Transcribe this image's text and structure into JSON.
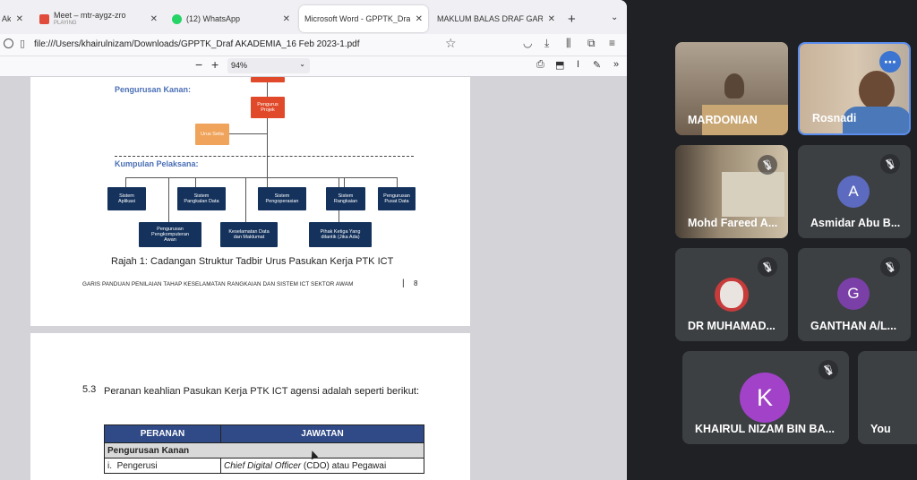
{
  "browser": {
    "tabs": [
      {
        "label": "Akti",
        "active": false
      },
      {
        "label": "Meet – mtr-aygz-zro",
        "sublabel": "PLAYING",
        "active": false
      },
      {
        "label": "(12) WhatsApp",
        "active": false
      },
      {
        "label": "Microsoft Word - GPPTK_Draf Akte",
        "active": true
      },
      {
        "label": "MAKLUM BALAS DRAF GARIS PAND",
        "active": false
      }
    ],
    "url": "file:///Users/khairulnizam/Downloads/GPPTK_Draf AKADEMIA_16 Feb 2023-1.pdf",
    "zoom": "94%"
  },
  "page1": {
    "heading_kanan": "Pengurusan Kanan:",
    "heading_pelaksana": "Kumpulan Pelaksana:",
    "box_pengurus": "Pengurus\nProjek",
    "box_urus": "Urus Setia",
    "boxes_row1": [
      "Sistem\nAplikasi",
      "Sistem\nPangkalan Data",
      "Sistem\nPengoperasian",
      "Sistem\nRangkaian",
      "Pengurusan\nPusat Data"
    ],
    "boxes_row2": [
      "Pengurusan\nPengkomputeran\nAwan",
      "Keselamatan Data\ndan Maklumat",
      "Pihak Ketiga Yang\ndilantik (Jika Ada)"
    ],
    "caption": "Rajah 1: Cadangan Struktur Tadbir Urus Pasukan Kerja PTK ICT",
    "footer": "GARIS PANDUAN PENILAIAN TAHAP KESELAMATAN RANGKAIAN DAN SISTEM ICT SEKTOR AWAM",
    "page_number": "8"
  },
  "page2": {
    "section_number": "5.3",
    "section_text": "Peranan keahlian Pasukan Kerja PTK ICT agensi adalah seperti berikut:",
    "table": {
      "headers": [
        "PERANAN",
        "JAWATAN"
      ],
      "group": "Pengurusan Kanan",
      "row_num": "i.",
      "row_role": "Pengerusi",
      "row_post_italic": "Chief Digital Officer",
      "row_post_rest": " (CDO) atau Pegawai"
    }
  },
  "meet": {
    "participants": [
      {
        "name": "MARDONIAN"
      },
      {
        "name": "Rosnadi"
      },
      {
        "name": "Mohd Fareed A..."
      },
      {
        "name": "Asmidar Abu B...",
        "initial": "A",
        "color": "#5c6bc0"
      },
      {
        "name": "DR MUHAMAD..."
      },
      {
        "name": "GANTHAN A/L...",
        "initial": "G",
        "color": "#7b3fa8"
      },
      {
        "name": "KHAIRUL NIZAM BIN BA...",
        "initial": "K",
        "color": "#a142c9"
      },
      {
        "name": "You"
      }
    ]
  }
}
